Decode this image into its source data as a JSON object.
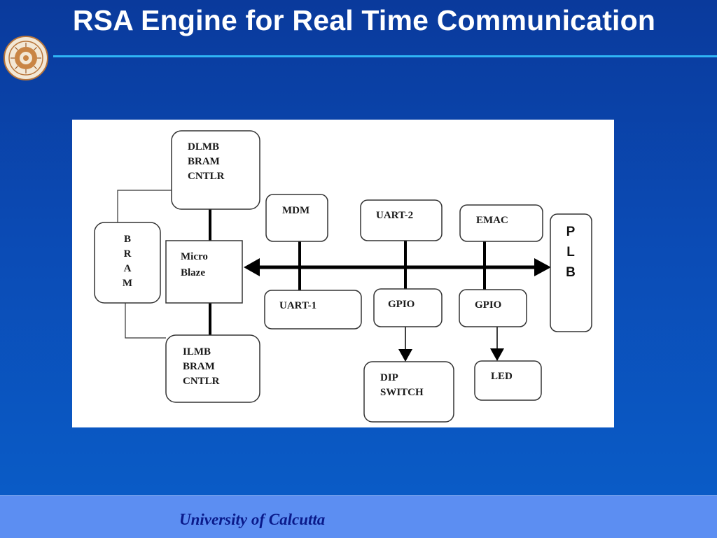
{
  "slide": {
    "title": "RSA Engine for Real Time Communication",
    "footer": "University of Calcutta"
  },
  "colors": {
    "background": "#0b4bb5",
    "title_rule": "#2fb5f5",
    "footer_bar": "#5c8ef2",
    "footer_text": "#0a1a8a"
  },
  "diagram": {
    "blocks": {
      "dlmb": [
        "DLMB",
        "BRAM",
        "CNTLR"
      ],
      "ilmb": [
        "ILMB",
        "BRAM",
        "CNTLR"
      ],
      "bram": [
        "B",
        "R",
        "A",
        "M"
      ],
      "microblaze": [
        "Micro",
        "Blaze"
      ],
      "mdm": "MDM",
      "uart2": "UART-2",
      "emac": "EMAC",
      "uart1": "UART-1",
      "gpio1": "GPIO",
      "gpio2": "GPIO",
      "dip": [
        "DIP",
        "SWITCH"
      ],
      "led": "LED",
      "plb": [
        "P",
        "L",
        "B"
      ]
    }
  }
}
